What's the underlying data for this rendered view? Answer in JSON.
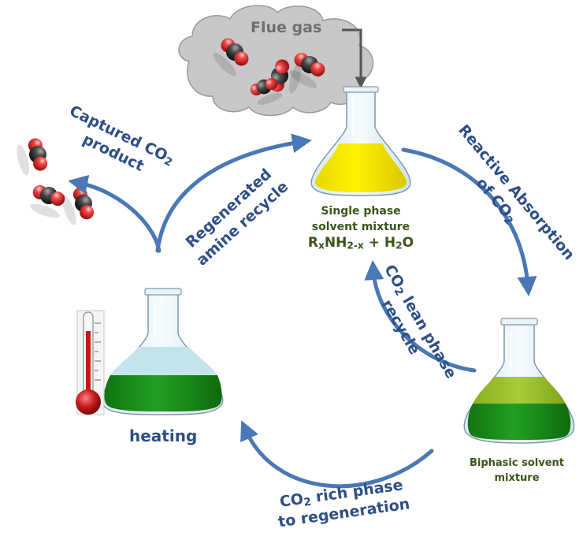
{
  "diagram": {
    "flue_gas": "Flue gas",
    "captured_line1": "Captured CO",
    "captured_sub": "2",
    "captured_line2": "product",
    "regenerated_line1": "Regenerated",
    "regenerated_line2": "amine recycle",
    "single_phase_line1": "Single phase",
    "single_phase_line2": "solvent mixture",
    "formula_r": "R",
    "formula_x": "x",
    "formula_nh": "NH",
    "formula_2x": "2-x",
    "formula_plus": "+ H",
    "formula_2": "2",
    "formula_o": "O",
    "reactive_line1": "Reactive Absorption",
    "reactive_line2": "of CO",
    "reactive_sub": "2",
    "lean_co": "CO",
    "lean_sub": "2",
    "lean_line1": "lean phase",
    "lean_line2": "recycle",
    "heating": "heating",
    "biphasic_line1": "Biphasic solvent",
    "biphasic_line2": "mixture",
    "rich_co": "CO",
    "rich_sub": "2",
    "rich_line1": "rich phase",
    "rich_line2": "to regeneration"
  },
  "colors": {
    "arrow": "#4a77b5",
    "label_blue": "#2e4f86",
    "label_green": "#3a5418",
    "cloud": "#c8c8c8",
    "yellow_liquid": "#f2ea00",
    "green_liquid": "#1e8a1e",
    "light_green_liquid": "#98be28",
    "light_blue_liquid": "#c4e4ec",
    "thermometer_red": "#c41a1a",
    "molecule_red": "#e03030",
    "molecule_gray": "#3a3a3a"
  },
  "icons": [
    "co2-molecule-icon",
    "erlenmeyer-flask-icon",
    "thermometer-icon",
    "cloud-icon"
  ]
}
